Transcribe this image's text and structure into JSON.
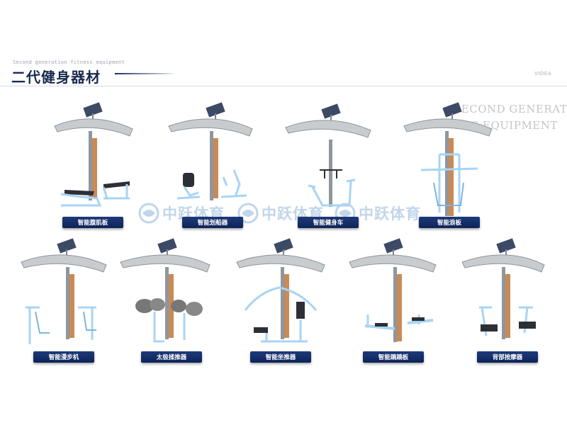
{
  "header": {
    "subtitle": "Second generation fitness equipment",
    "title": "二代健身器材",
    "corner_label": "VIDEA"
  },
  "background_text": [
    "SECOND GENERATION",
    "S EQUIPMENT"
  ],
  "watermark": {
    "text": "中跃体育",
    "color": "#8fb3dc"
  },
  "colors": {
    "label_bg": "#0e2458",
    "frame_blue": "#a8d4f5",
    "canopy": "#c9cccf",
    "pole_wood": "#c98a55"
  },
  "products": [
    {
      "label": "智能腹肌板",
      "equipment": "ab-bench"
    },
    {
      "label": "智能划船器",
      "equipment": "rower"
    },
    {
      "label": "智能健身车",
      "equipment": "bike"
    },
    {
      "label": "智能浪板",
      "equipment": "wave-board"
    },
    {
      "label": "智能漫步机",
      "equipment": "walker"
    },
    {
      "label": "太极揉推器",
      "equipment": "tai-chi-wheels"
    },
    {
      "label": "智能坐推器",
      "equipment": "seated-press"
    },
    {
      "label": "智能蹺蹺板",
      "equipment": "seesaw"
    },
    {
      "label": "背部按摩器",
      "equipment": "back-massager"
    }
  ]
}
